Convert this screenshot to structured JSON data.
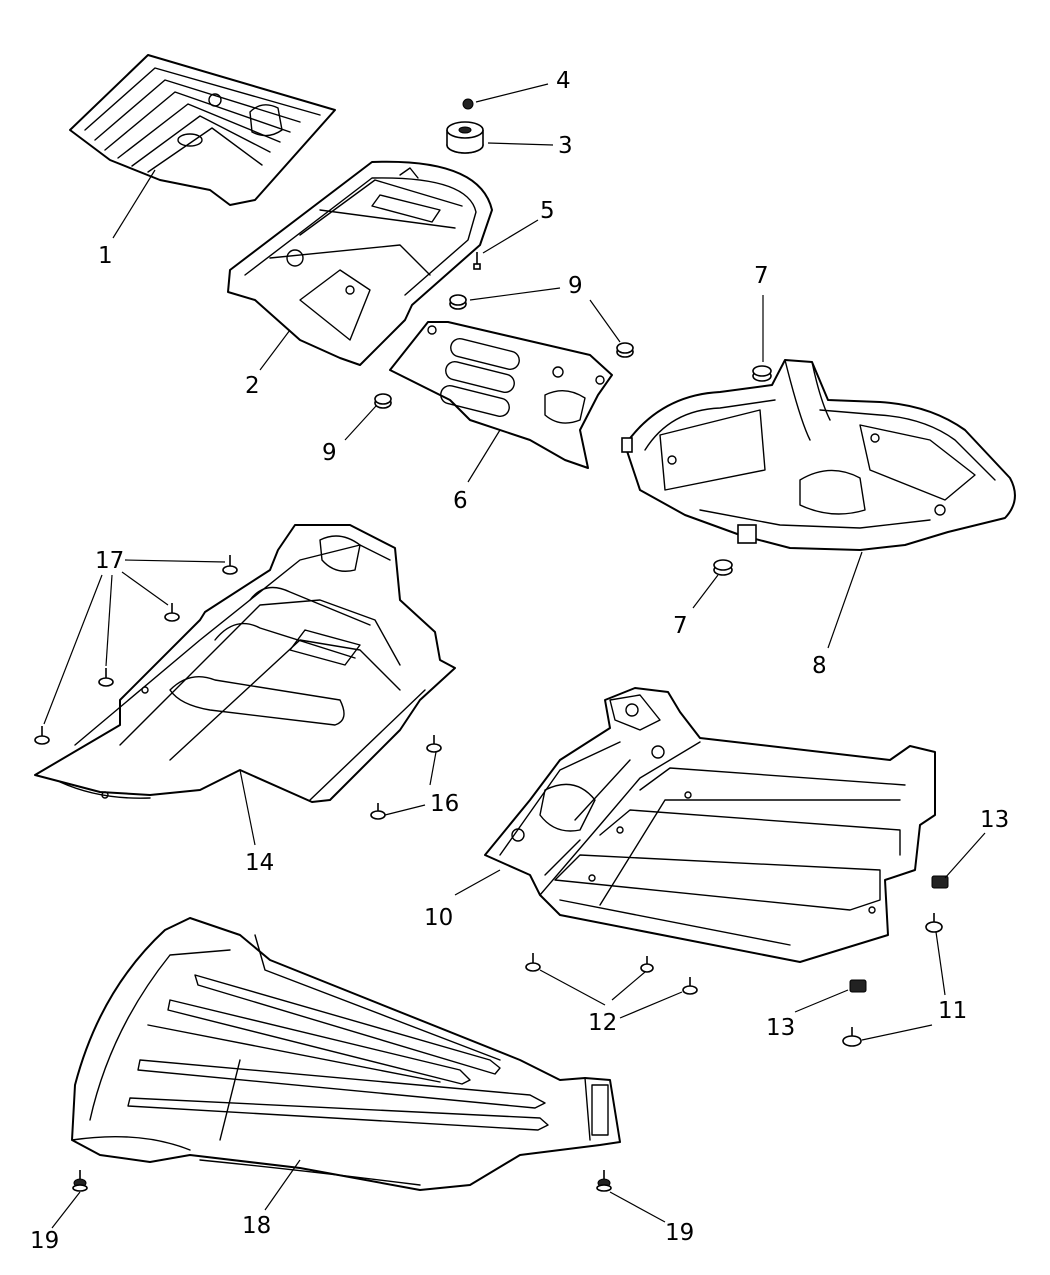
{
  "callouts": {
    "c1": "1",
    "c2": "2",
    "c3": "3",
    "c4": "4",
    "c5": "5",
    "c6": "6",
    "c7a": "7",
    "c7b": "7",
    "c8": "8",
    "c9a": "9",
    "c9b": "9",
    "c10": "10",
    "c11": "11",
    "c12": "12",
    "c13a": "13",
    "c13b": "13",
    "c14": "14",
    "c16": "16",
    "c17": "17",
    "c18": "18",
    "c19a": "19",
    "c19b": "19"
  }
}
